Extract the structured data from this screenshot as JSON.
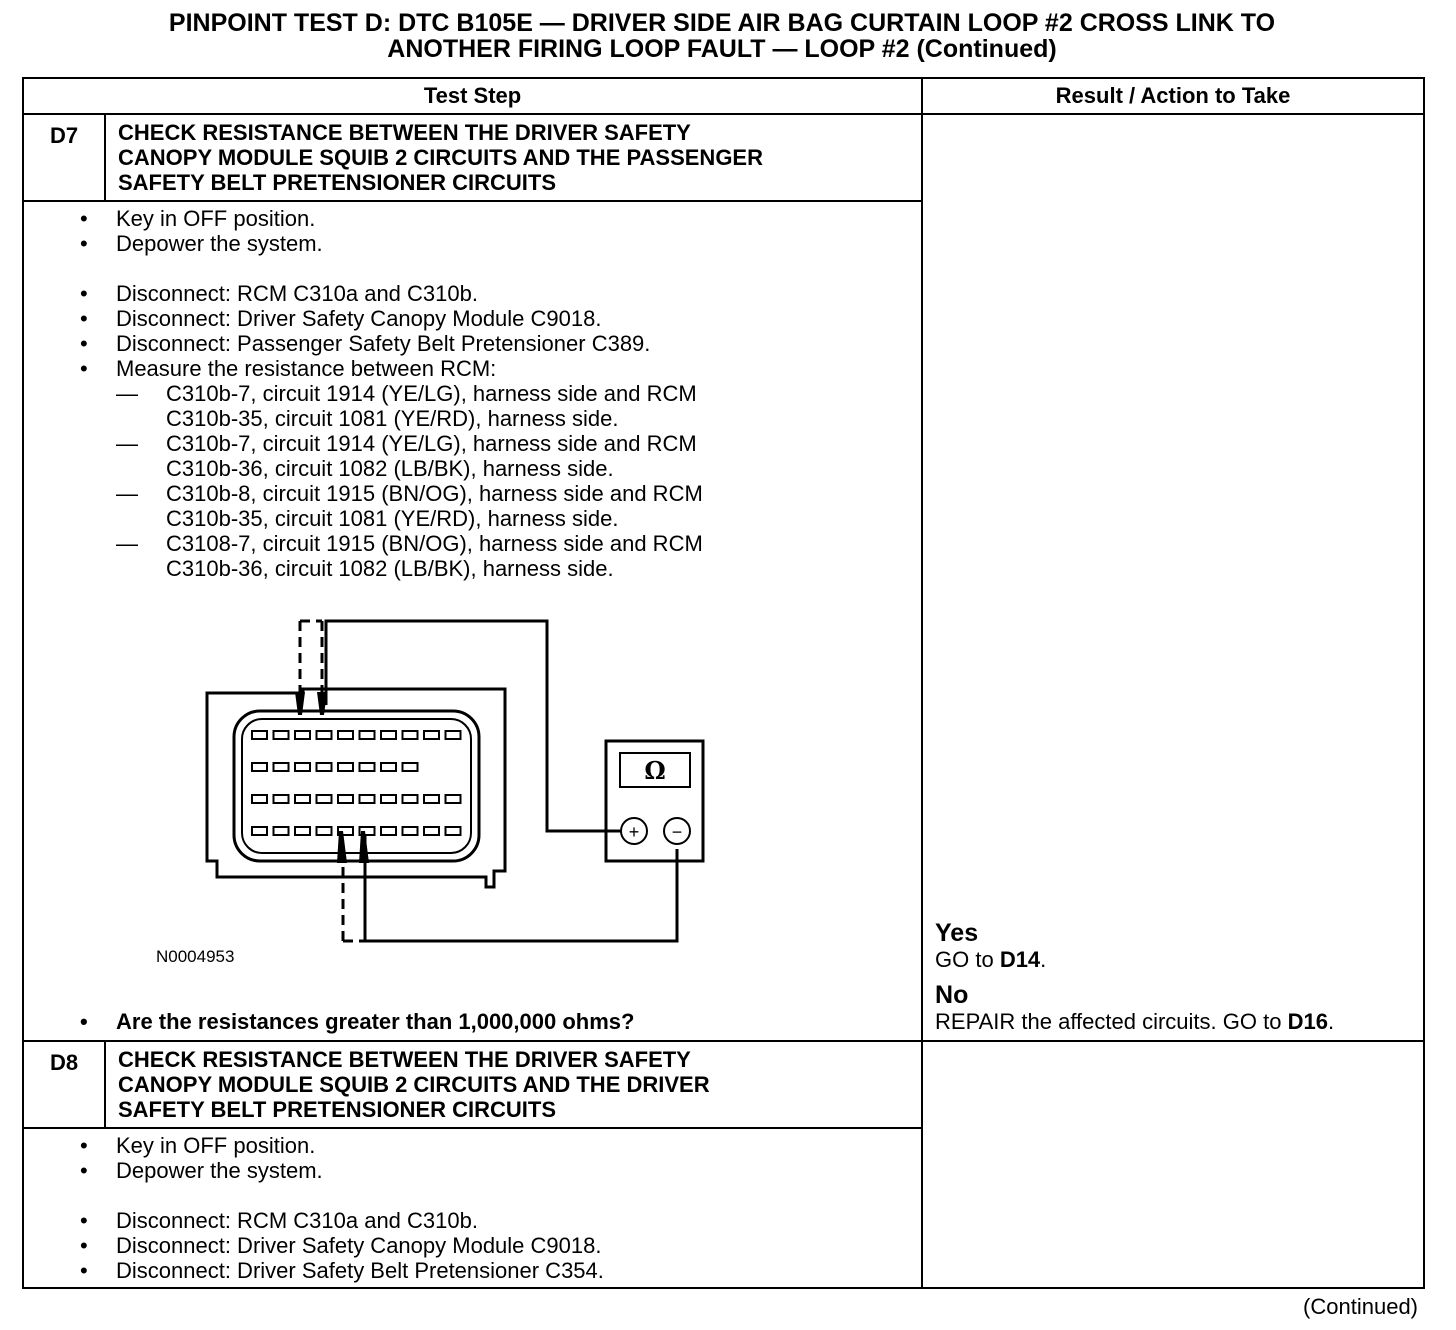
{
  "title": {
    "line1": "PINPOINT TEST D: DTC B105E — DRIVER SIDE AIR BAG CURTAIN LOOP #2 CROSS LINK TO",
    "line2": "ANOTHER FIRING LOOP FAULT — LOOP #2 (Continued)"
  },
  "headers": {
    "test_step": "Test Step",
    "result": "Result / Action to Take"
  },
  "d7": {
    "id": "D7",
    "heading": [
      "CHECK RESISTANCE BETWEEN THE DRIVER SAFETY",
      "CANOPY MODULE SQUIB 2 CIRCUITS AND THE PASSENGER",
      "SAFETY BELT PRETENSIONER CIRCUITS"
    ],
    "group1": [
      "Key in OFF position.",
      "Depower the system."
    ],
    "group2": [
      "Disconnect: RCM C310a and C310b.",
      "Disconnect: Driver Safety Canopy Module C9018.",
      "Disconnect: Passenger Safety Belt Pretensioner C389.",
      "Measure the resistance between RCM:"
    ],
    "measurements": [
      [
        "C310b-7, circuit 1914 (YE/LG), harness side and RCM",
        "C310b-35, circuit 1081 (YE/RD), harness side."
      ],
      [
        "C310b-7, circuit 1914 (YE/LG), harness side and RCM",
        "C310b-36, circuit 1082 (LB/BK), harness side."
      ],
      [
        "C310b-8, circuit 1915 (BN/OG), harness side and RCM",
        "C310b-35, circuit 1081 (YE/RD), harness side."
      ],
      [
        "C3108-7, circuit 1915 (BN/OG), harness side and RCM",
        "C310b-36, circuit 1082 (LB/BK), harness side."
      ]
    ],
    "figure_id": "N0004953",
    "meter_symbol": "Ω",
    "plus": "+",
    "minus": "−",
    "question": "Are the resistances greater than 1,000,000 ohms?",
    "yes_label": "Yes",
    "yes_text": "GO to ",
    "yes_target": "D14",
    "no_label": "No",
    "no_text": "REPAIR the affected circuits. GO to ",
    "no_target": "D16"
  },
  "d8": {
    "id": "D8",
    "heading": [
      "CHECK RESISTANCE BETWEEN THE DRIVER SAFETY",
      "CANOPY MODULE SQUIB 2 CIRCUITS AND THE DRIVER",
      "SAFETY BELT PRETENSIONER CIRCUITS"
    ],
    "group1": [
      "Key in OFF position.",
      "Depower the system."
    ],
    "group2": [
      "Disconnect: RCM C310a and C310b.",
      "Disconnect: Driver Safety Canopy Module C9018.",
      "Disconnect: Driver Safety Belt Pretensioner C354."
    ]
  },
  "continued": "(Continued)"
}
